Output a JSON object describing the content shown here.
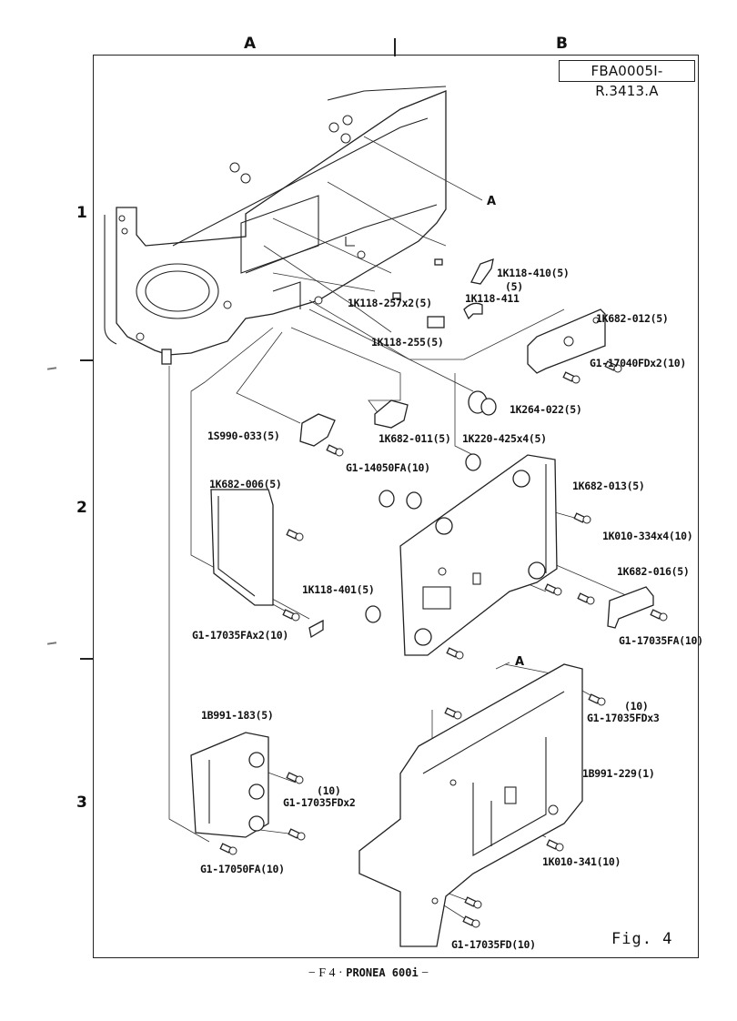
{
  "document": {
    "drawing_code": "FBA0005I-R.3413.A",
    "figure_label": "Fig. 4",
    "footer": {
      "prefix": "− F 4 ·",
      "model": "PRONEA 600i",
      "suffix": "−"
    },
    "grid": {
      "columns": [
        "A",
        "B"
      ],
      "rows": [
        "1",
        "2",
        "3"
      ]
    },
    "callouts": [
      "A",
      "A"
    ]
  },
  "parts": [
    {
      "id": "p1",
      "label": "1K118-410(5)"
    },
    {
      "id": "p2a",
      "label": "(5)"
    },
    {
      "id": "p2",
      "label": "1K118-411"
    },
    {
      "id": "p3",
      "label": "1K118-257x2(5)"
    },
    {
      "id": "p4",
      "label": "1K118-255(5)"
    },
    {
      "id": "p5",
      "label": "1K682-012(5)"
    },
    {
      "id": "p6",
      "label": "G1-17040FDx2(10)"
    },
    {
      "id": "p7",
      "label": "1K264-022(5)"
    },
    {
      "id": "p8",
      "label": "1S990-033(5)"
    },
    {
      "id": "p9",
      "label": "1K682-011(5)"
    },
    {
      "id": "p10",
      "label": "1K220-425x4(5)"
    },
    {
      "id": "p11",
      "label": "G1-14050FA(10)"
    },
    {
      "id": "p12",
      "label": "1K682-006(5)"
    },
    {
      "id": "p13",
      "label": "1K682-013(5)"
    },
    {
      "id": "p14",
      "label": "1K010-334x4(10)"
    },
    {
      "id": "p15",
      "label": "1K682-016(5)"
    },
    {
      "id": "p16",
      "label": "1K118-401(5)"
    },
    {
      "id": "p17",
      "label": "G1-17035FAx2(10)"
    },
    {
      "id": "p18",
      "label": "G1-17035FA(10)"
    },
    {
      "id": "p19a",
      "label": "(10)"
    },
    {
      "id": "p19",
      "label": "G1-17035FDx3"
    },
    {
      "id": "p20",
      "label": "1B991-183(5)"
    },
    {
      "id": "p21a",
      "label": "(10)"
    },
    {
      "id": "p21",
      "label": "G1-17035FDx2"
    },
    {
      "id": "p22",
      "label": "1B991-229(1)"
    },
    {
      "id": "p23",
      "label": "G1-17050FA(10)"
    },
    {
      "id": "p24",
      "label": "1K010-341(10)"
    },
    {
      "id": "p25",
      "label": "G1-17035FD(10)"
    }
  ]
}
